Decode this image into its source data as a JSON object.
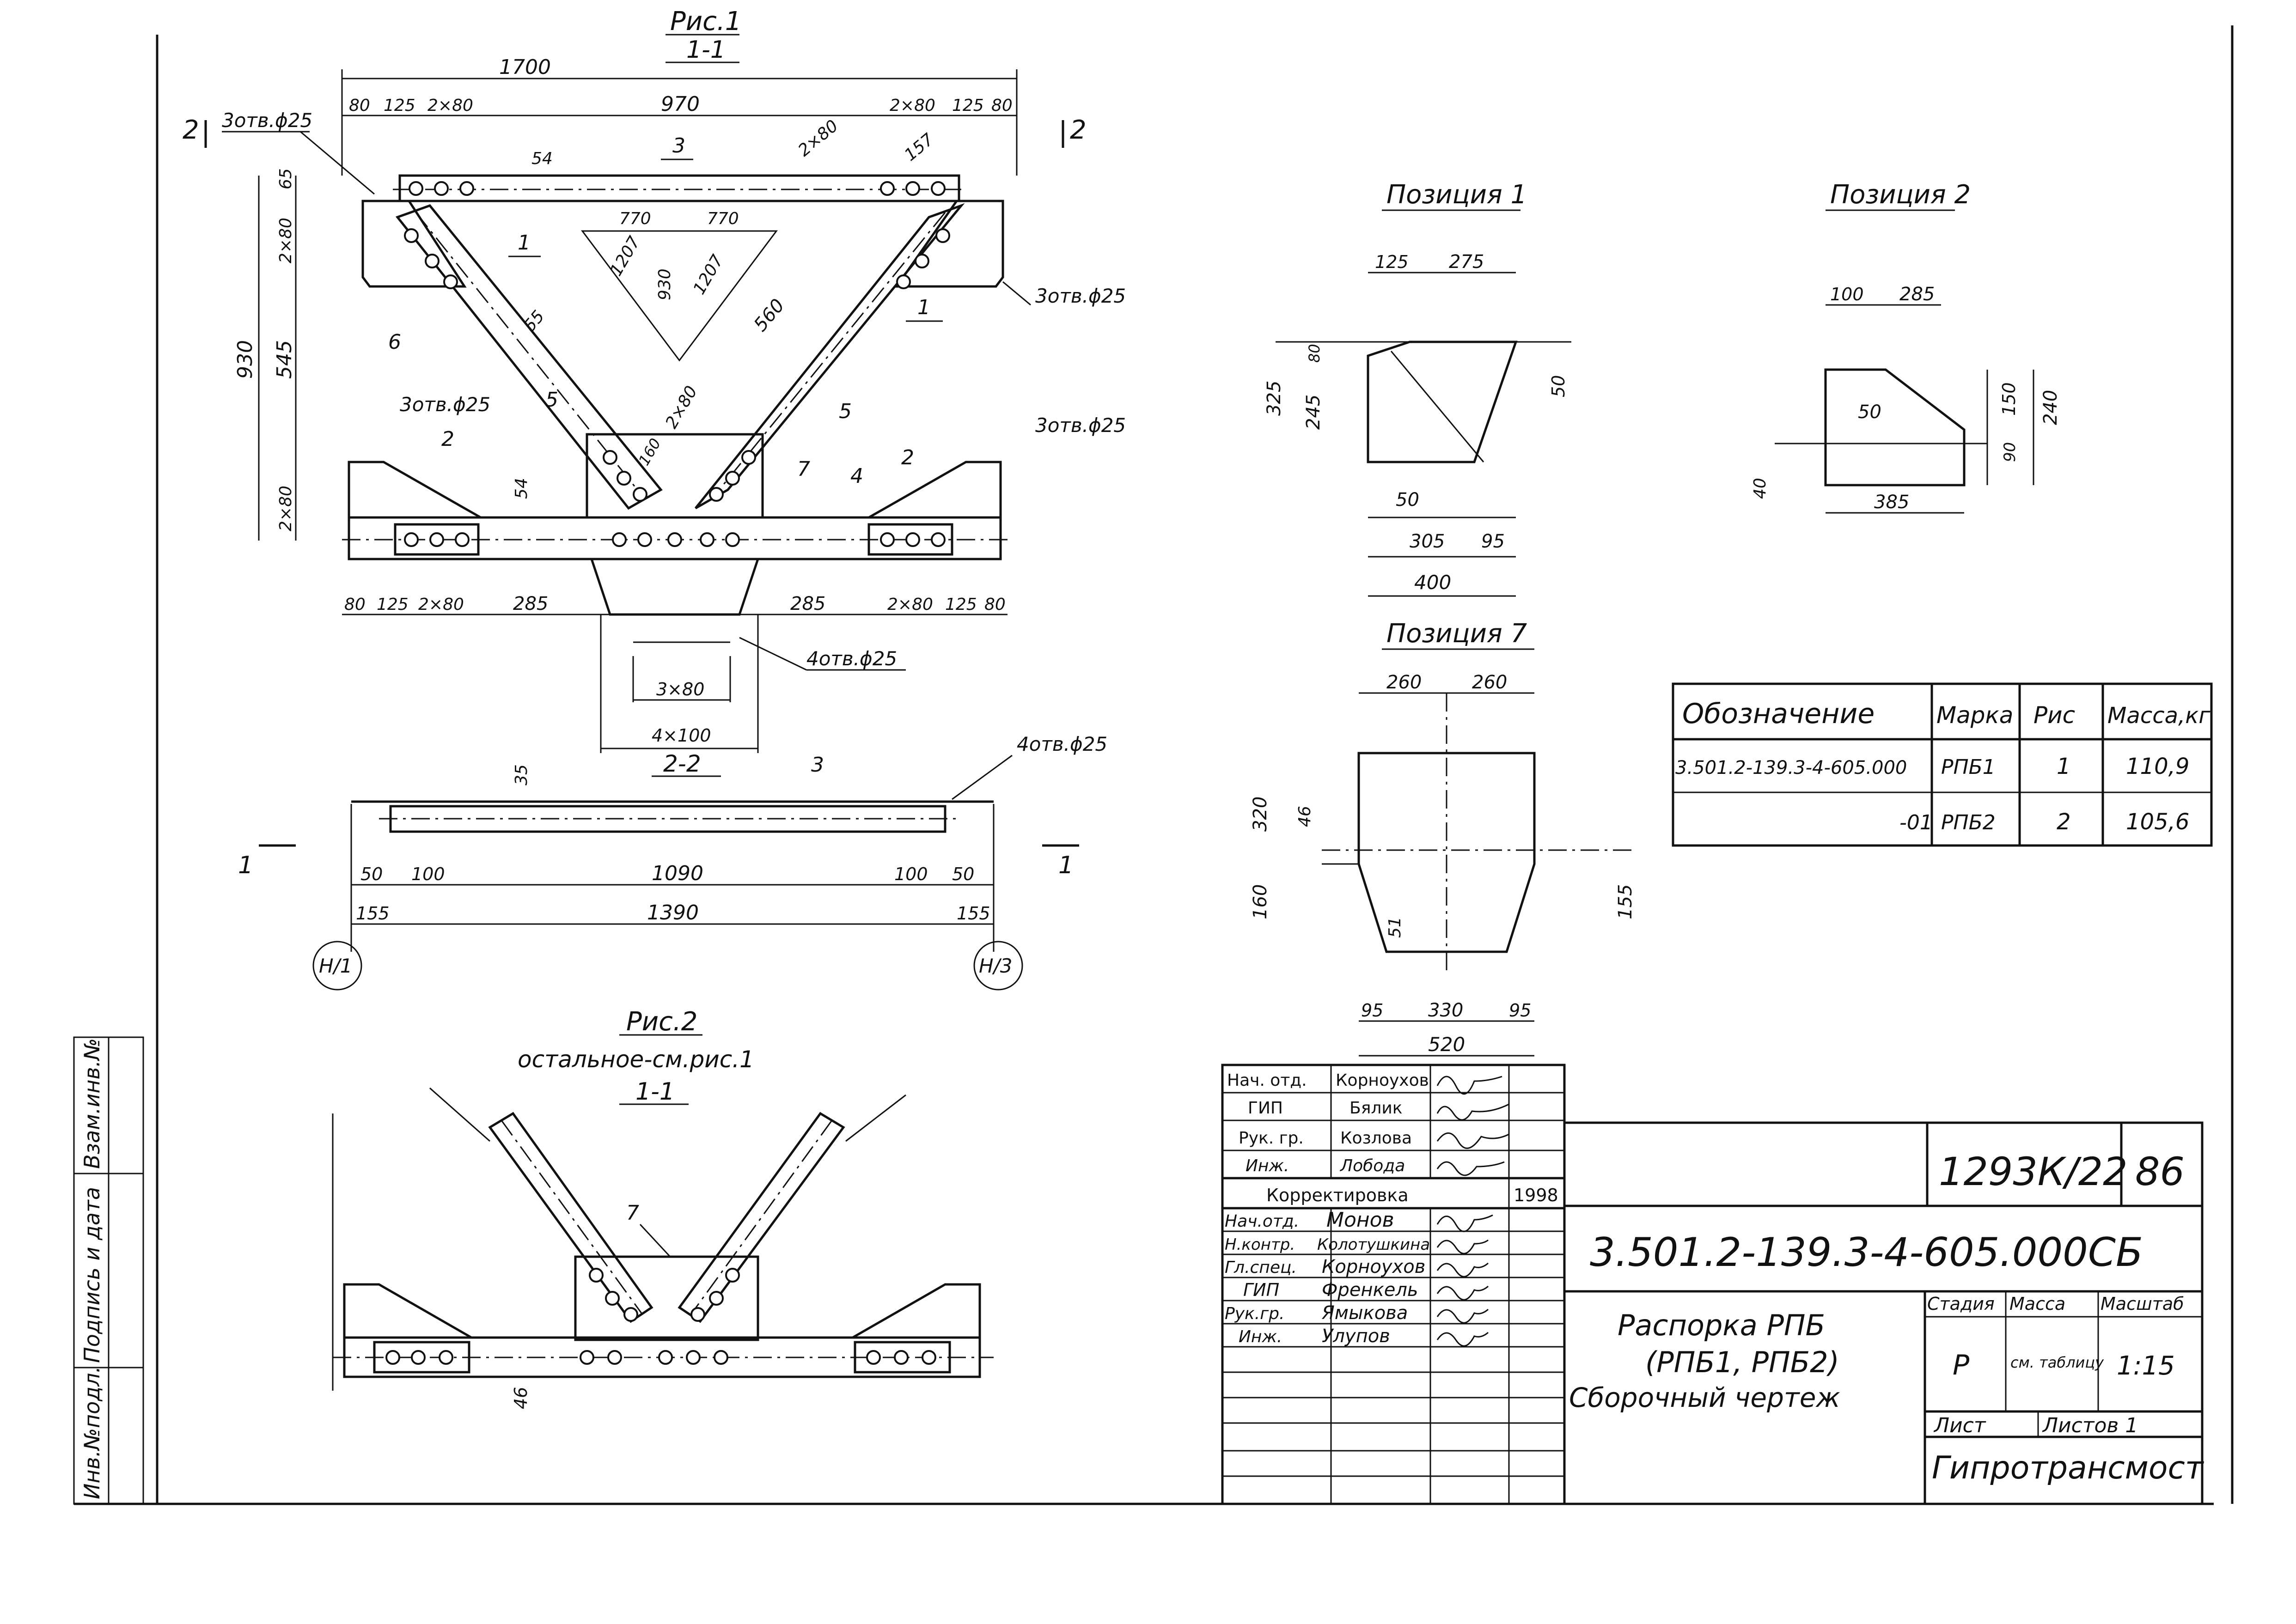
{
  "fig1": {
    "title": "Рис.1",
    "section": "1-1",
    "dims": {
      "overall": "1700",
      "top_left": [
        "80",
        "125",
        "2×80"
      ],
      "top_mid": "970",
      "top_right": [
        "2×80",
        "125",
        "80"
      ],
      "left_65": "65",
      "left_2x80": "2×80",
      "left_930": "930",
      "left_545": "545",
      "left_2x80_b": "2×80",
      "d54_top": "54",
      "d2x80_diag": "2×80",
      "d157": "157",
      "d55": "55",
      "d560": "560",
      "d54_bottom": "54",
      "d2x80_mid": "2×80",
      "d160": "160",
      "bot_left": [
        "80",
        "125",
        "2×80",
        "285"
      ],
      "bot_right": [
        "285",
        "2×80",
        "125",
        "80"
      ],
      "d3x80": "3×80",
      "d4x100": "4×100"
    },
    "triangle": [
      "770",
      "770",
      "1207",
      "930",
      "1207"
    ],
    "holes_labels": {
      "tl": "3отв.ϕ25",
      "tr": "3отв.ϕ25",
      "ml": "3отв.ϕ25",
      "mr": "3отв.ϕ25",
      "bottom": "4отв.ϕ25"
    },
    "cut_marks": {
      "left": "2",
      "right": "2"
    },
    "positions": [
      "3",
      "1",
      "1",
      "6",
      "5",
      "5",
      "2",
      "2",
      "7",
      "4"
    ]
  },
  "sec22": {
    "title": "2-2",
    "hole_label": "4отв.ϕ25",
    "pos": "3",
    "d35": "35",
    "dims_a": [
      "50",
      "100",
      "1090",
      "100",
      "50"
    ],
    "dims_b": [
      "155",
      "1390",
      "155"
    ],
    "cut_marks": {
      "left": "1",
      "right": "1"
    },
    "axes": {
      "left": "Н/1",
      "right": "Н/3"
    }
  },
  "fig2": {
    "title": "Рис.2",
    "subtitle": "остальное-см.рис.1",
    "section": "1-1",
    "pos": "7",
    "d46": "46"
  },
  "pos1": {
    "title": "Позиция 1",
    "d125": "125",
    "d275": "275",
    "d325": "325",
    "d80": "80",
    "d245": "245",
    "d50r": "50",
    "d50b": "50",
    "d305": "305",
    "d95": "95",
    "d400": "400"
  },
  "pos2": {
    "title": "Позиция 2",
    "d100": "100",
    "d285": "285",
    "d150": "150",
    "d240": "240",
    "d50": "50",
    "d90": "90",
    "d40": "40",
    "d385": "385"
  },
  "pos7": {
    "title": "Позиция 7",
    "d260a": "260",
    "d260b": "260",
    "d320": "320",
    "d46": "46",
    "d160": "160",
    "d51": "51",
    "d155": "155",
    "d95a": "95",
    "d330": "330",
    "d95b": "95",
    "d520": "520"
  },
  "spec": {
    "headers": [
      "Обозначение",
      "Марка",
      "Рис",
      "Масса,кг"
    ],
    "rows": [
      [
        "3.501.2-139.3-4-605.000",
        "РПБ1",
        "1",
        "110,9"
      ],
      [
        "-01",
        "РПБ2",
        "2",
        "105,6"
      ]
    ]
  },
  "approval": {
    "rows": [
      [
        "Нач. отд.",
        "Корноухов"
      ],
      [
        "ГИП",
        "Бялик"
      ],
      [
        "Рук. гр.",
        "Козлова"
      ],
      [
        "Инж.",
        "Лобода"
      ]
    ],
    "correction": "Корректировка",
    "year": "1998"
  },
  "stamp": {
    "sign_rows": [
      [
        "Нач.отд.",
        "Монов"
      ],
      [
        "Н.контр.",
        "Колотушкина"
      ],
      [
        "Гл.спец.",
        "Корноухов"
      ],
      [
        "ГИП",
        "Френкель"
      ],
      [
        "Рук.гр.",
        "Ямыкова"
      ],
      [
        "Инж.",
        "Улупов"
      ]
    ],
    "order_no": "1293К/22",
    "sheet_num": "86",
    "code": "3.501.2-139.3-4-605.000СБ",
    "title_l1": "Распорка РПБ",
    "title_l2": "(РПБ1, РПБ2)",
    "title_l3": "Сборочный чертеж",
    "stage_h": "Стадия",
    "mass_h": "Масса",
    "scale_h": "Масштаб",
    "stage": "Р",
    "mass": "см. таблицу",
    "scale": "1:15",
    "sheet_h": "Лист",
    "sheets_h": "Листов 1",
    "org": "Гипротрансмост"
  },
  "sidebar": [
    "Взам.инв.№",
    "Подпись и дата",
    "Инв.№подл."
  ]
}
